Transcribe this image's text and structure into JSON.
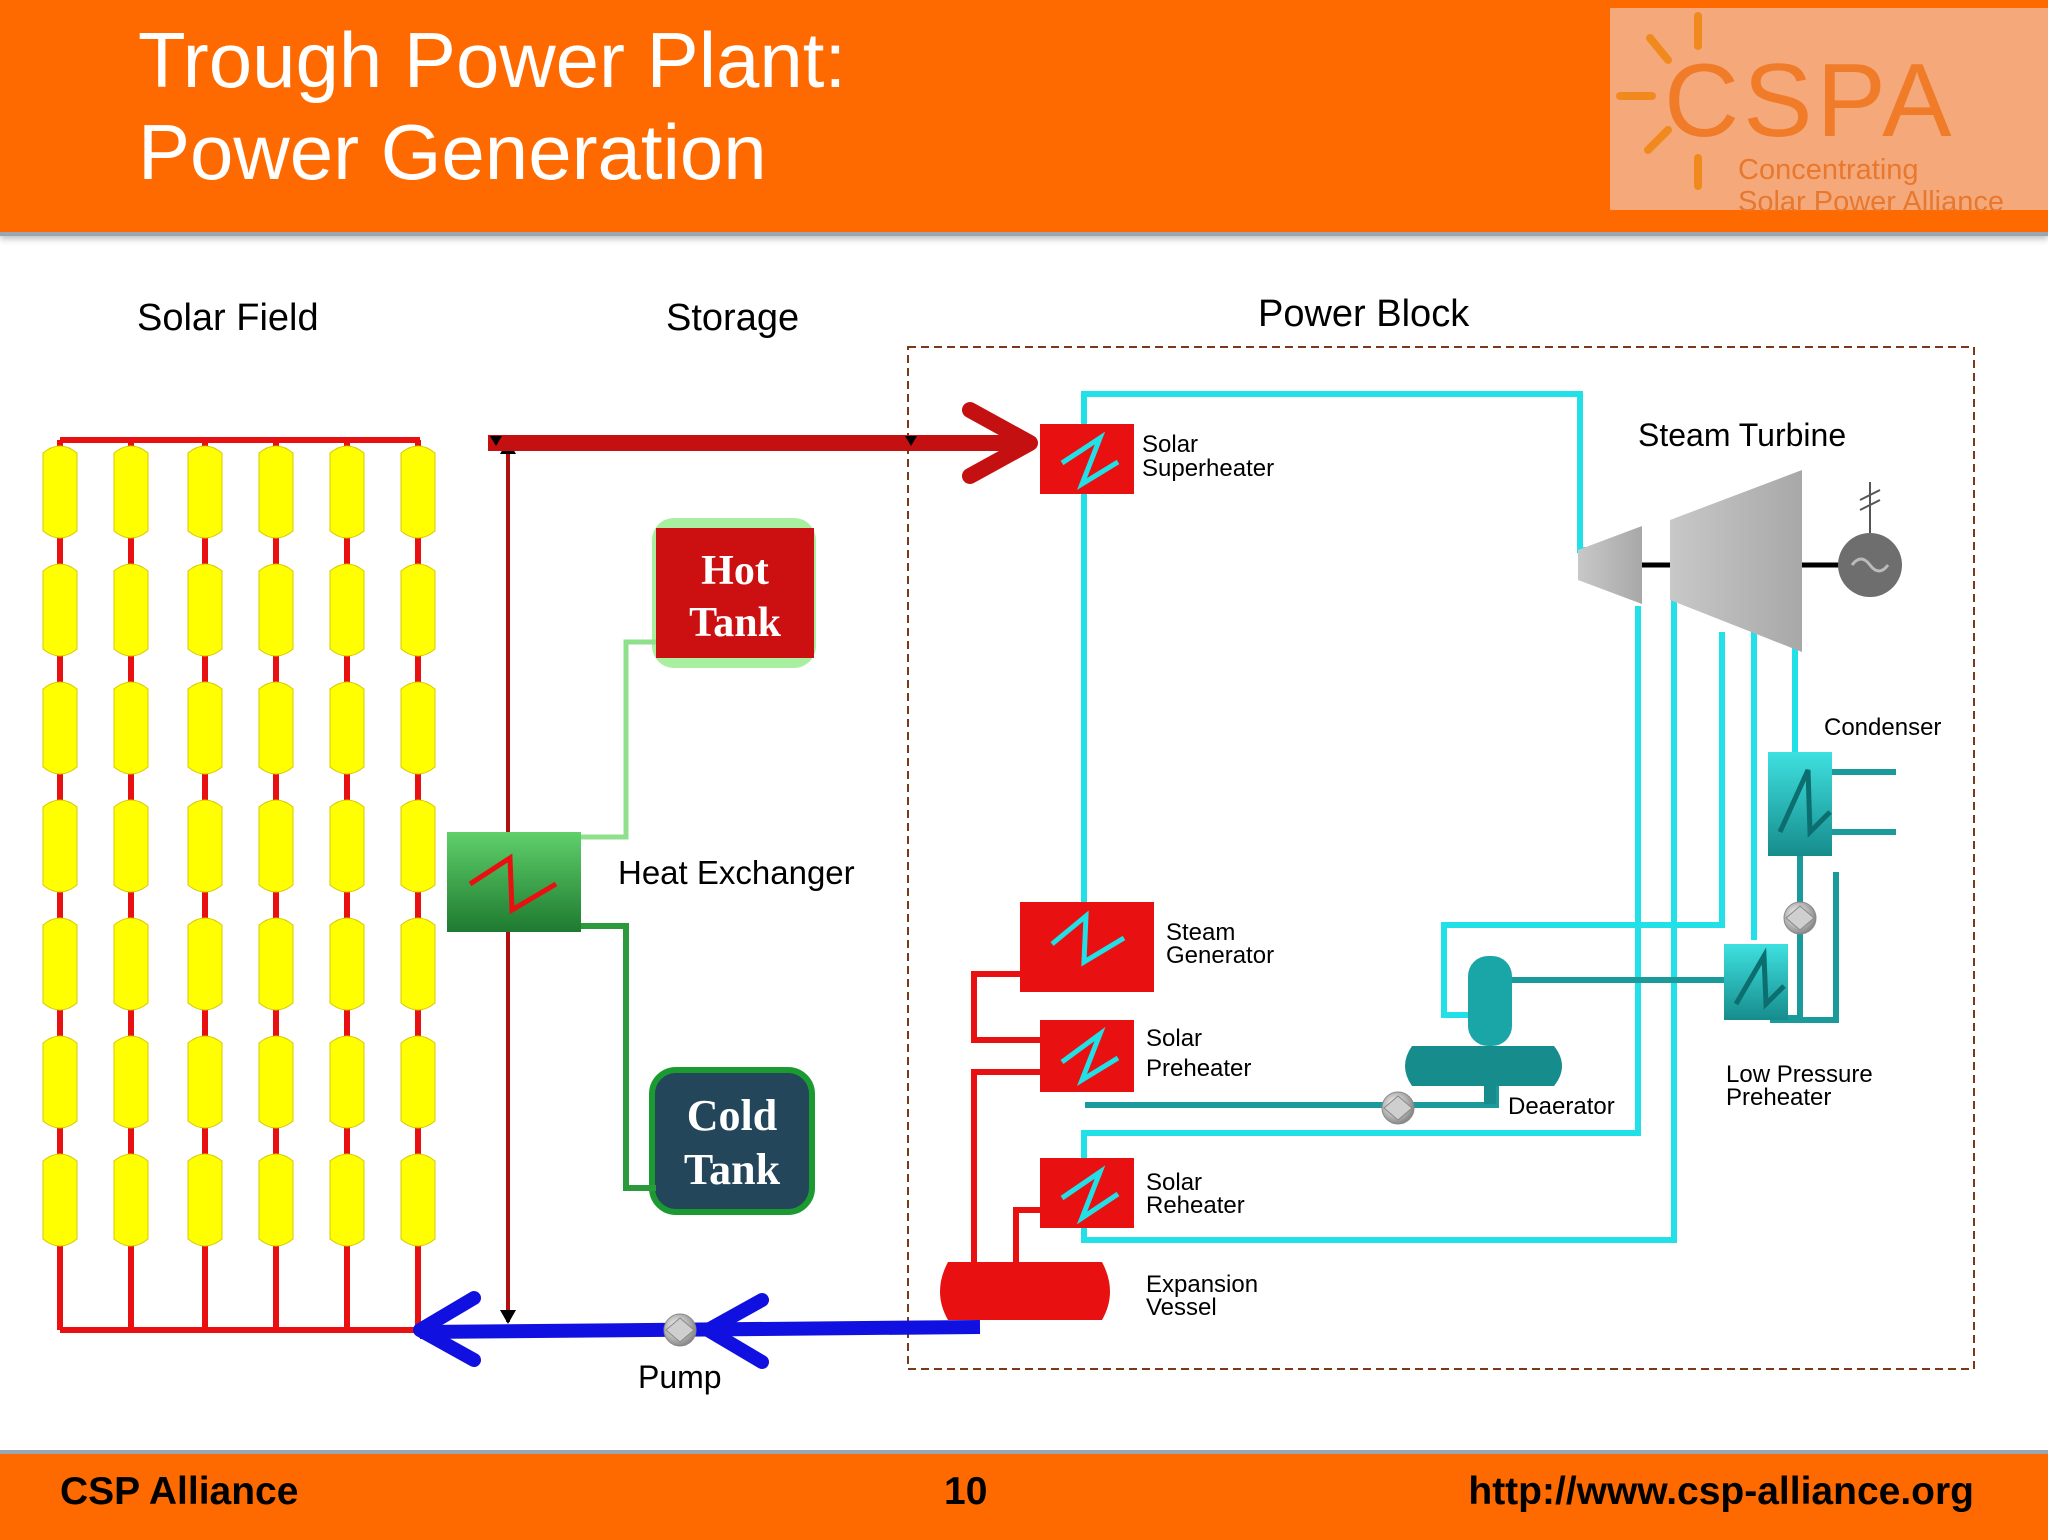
{
  "header": {
    "title_line1": "Trough Power Plant:",
    "title_line2": "Power Generation"
  },
  "logo": {
    "wordmark": "CSPA",
    "subtitle_line1": "Concentrating",
    "subtitle_line2": "Solar Power Alliance"
  },
  "sections": {
    "solar_field": "Solar Field",
    "storage": "Storage",
    "power_block": "Power Block"
  },
  "components": {
    "hot_tank_line1": "Hot",
    "hot_tank_line2": "Tank",
    "cold_tank_line1": "Cold",
    "cold_tank_line2": "Tank",
    "heat_exchanger": "Heat Exchanger",
    "pump": "Pump",
    "solar_superheater_line1": "Solar",
    "solar_superheater_line2": "Superheater",
    "steam_turbine": "Steam Turbine",
    "condenser": "Condenser",
    "steam_generator_line1": "Steam",
    "steam_generator_line2": "Generator",
    "solar_preheater_line1": "Solar",
    "solar_preheater_line2": "Preheater",
    "deaerator": "Deaerator",
    "low_pressure_preheater_line1": "Low Pressure",
    "low_pressure_preheater_line2": "Preheater",
    "solar_reheater_line1": "Solar",
    "solar_reheater_line2": "Reheater",
    "expansion_vessel_line1": "Expansion",
    "expansion_vessel_line2": "Vessel"
  },
  "footer": {
    "left": "CSP Alliance",
    "page_number": "10",
    "url": "http://www.csp-alliance.org"
  },
  "colors": {
    "header_orange": "#ff6a00",
    "hot_red": "#e81010",
    "cold_blue": "#1010e0",
    "steam_cyan": "#22e0e8",
    "water_teal": "#1a9a9a",
    "collector_yellow": "#ffff00",
    "salt_green": "#2a9a3a"
  }
}
